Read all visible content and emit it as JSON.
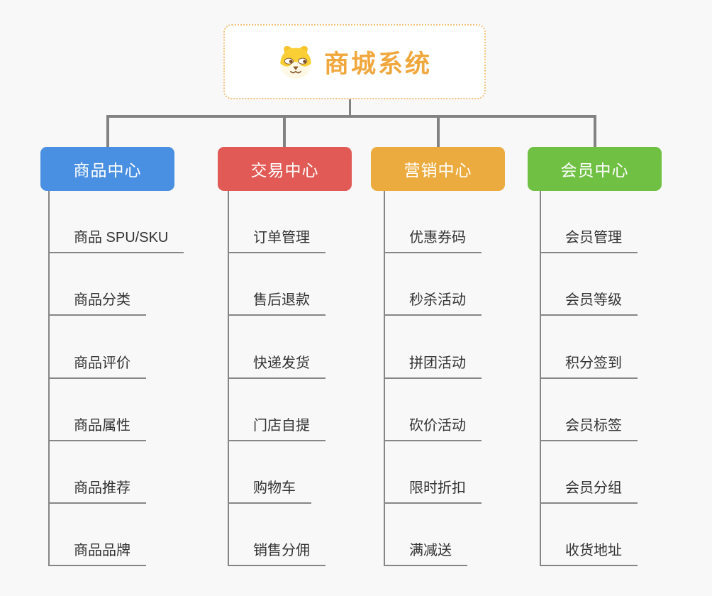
{
  "canvas": {
    "background": "#f8f8f8",
    "connector_color": "#828282"
  },
  "root": {
    "title": "商城系统",
    "icon": "dog-face-icon",
    "text_color": "#f0a73d",
    "border_color": "#f2c27b",
    "icon_colors": {
      "fur": "#f9cf35",
      "muzzle": "#fff8e7",
      "features": "#8a5a33"
    }
  },
  "branches": [
    {
      "label": "商品中心",
      "color": "#4a90e2",
      "items": [
        "商品 SPU/SKU",
        "商品分类",
        "商品评价",
        "商品属性",
        "商品推荐",
        "商品品牌"
      ]
    },
    {
      "label": "交易中心",
      "color": "#e25a55",
      "items": [
        "订单管理",
        "售后退款",
        "快递发货",
        "门店自提",
        "购物车",
        "销售分佣"
      ]
    },
    {
      "label": "营销中心",
      "color": "#ecab3e",
      "items": [
        "优惠券码",
        "秒杀活动",
        "拼团活动",
        "砍价活动",
        "限时折扣",
        "满减送"
      ]
    },
    {
      "label": "会员中心",
      "color": "#6fc043",
      "items": [
        "会员管理",
        "会员等级",
        "积分签到",
        "会员标签",
        "会员分组",
        "收货地址"
      ]
    }
  ]
}
